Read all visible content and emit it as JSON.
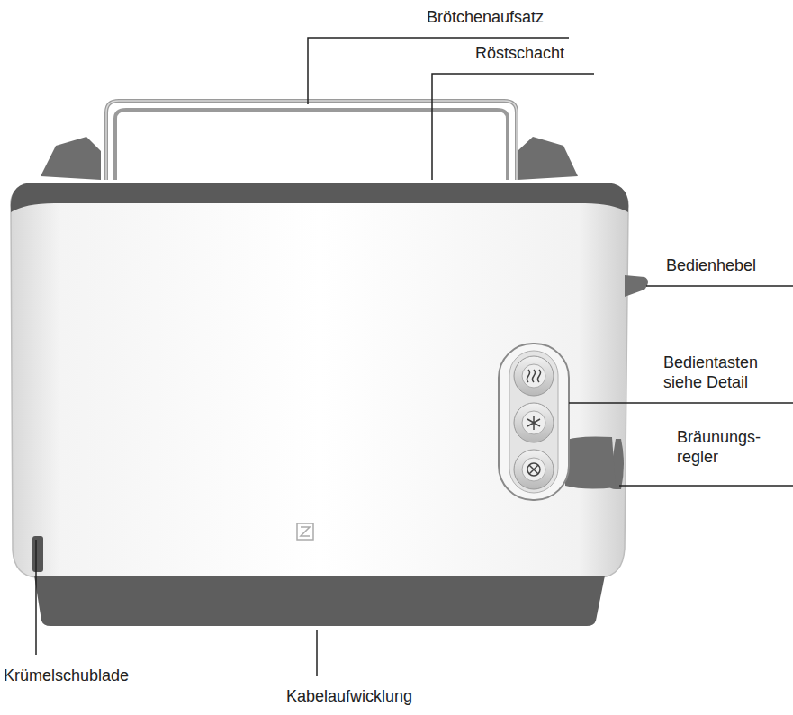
{
  "diagram": {
    "labels": [
      "Brötchenaufsatz",
      "Röstschacht",
      "Bedienhebel",
      "Bedientasten siehe Detail",
      "Bräunungs- regler",
      "Krümelschublade",
      "Kabelaufwicklung"
    ]
  }
}
